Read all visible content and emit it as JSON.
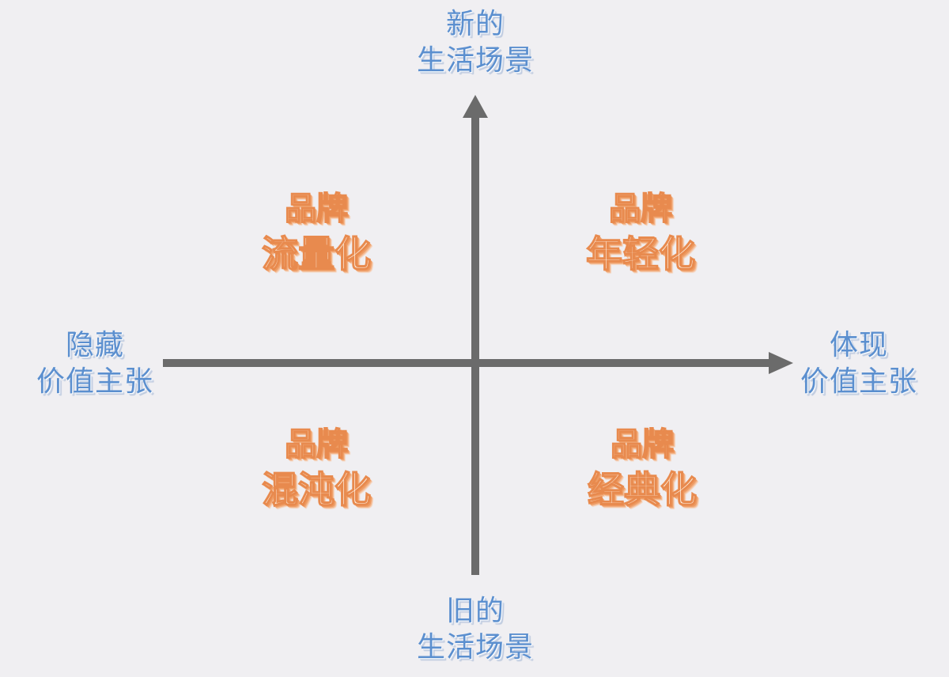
{
  "diagram": {
    "type": "quadrant",
    "axes": {
      "top": {
        "line1": "新的",
        "line2": "生活场景"
      },
      "bottom": {
        "line1": "旧的",
        "line2": "生活场景"
      },
      "left": {
        "line1": "隐藏",
        "line2": "价值主张"
      },
      "right": {
        "line1": "体现",
        "line2": "价值主张"
      }
    },
    "quadrants": {
      "top_left": {
        "line1": "品牌",
        "line2": "流量化"
      },
      "top_right": {
        "line1": "品牌",
        "line2": "年轻化"
      },
      "bottom_left": {
        "line1": "品牌",
        "line2": "混沌化"
      },
      "bottom_right": {
        "line1": "品牌",
        "line2": "经典化"
      }
    },
    "colors": {
      "background": "#f0eff2",
      "axis": "#6b6b6b",
      "axis_label": "#5b8fcf",
      "quadrant_label_outline": "#e88a4e",
      "quadrant_label_fill": "#fff6ea"
    }
  }
}
